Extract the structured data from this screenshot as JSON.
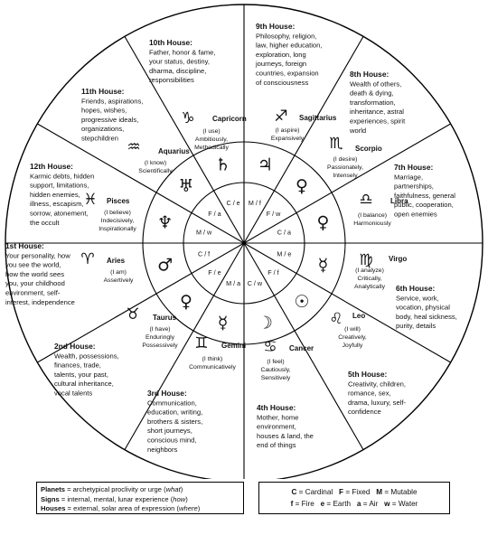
{
  "houses": [
    {
      "num": 1,
      "title": "1st House:",
      "lines": [
        "Your personality, how",
        "you see the world,",
        "how the world sees",
        "you, your childhood",
        "environment, self-",
        "interest, independence"
      ]
    },
    {
      "num": 2,
      "title": "2nd House:",
      "lines": [
        "Wealth, possessions,",
        "finances, trade,",
        "talents, your past,",
        "cultural inheritance,",
        "vocal talents"
      ]
    },
    {
      "num": 3,
      "title": "3rd House:",
      "lines": [
        "Communication,",
        "education, writing,",
        "brothers & sisters,",
        "short journeys,",
        "conscious mind,",
        "neighbors"
      ]
    },
    {
      "num": 4,
      "title": "4th House:",
      "lines": [
        "Mother, home",
        "environment,",
        "houses & land, the",
        "end of things"
      ]
    },
    {
      "num": 5,
      "title": "5th House:",
      "lines": [
        "Creativity, children,",
        "romance, sex,",
        "drama, luxury, self-",
        "confidence"
      ]
    },
    {
      "num": 6,
      "title": "6th House:",
      "lines": [
        "Service, work,",
        "vocation, physical",
        "body, heal sickness,",
        "purity, details"
      ]
    },
    {
      "num": 7,
      "title": "7th House:",
      "lines": [
        "Marriage,",
        "partnerships,",
        "faithfulness, general",
        "public, cooperation,",
        "open enemies"
      ]
    },
    {
      "num": 8,
      "title": "8th House:",
      "lines": [
        "Wealth of others,",
        "death & dying,",
        "transformation,",
        "inheritance, astral",
        "experiences, spirit",
        "world"
      ]
    },
    {
      "num": 9,
      "title": "9th House:",
      "lines": [
        "Philosophy, religion,",
        "law, higher education,",
        "exploration, long",
        "journeys, foreign",
        "countries, expansion",
        "of consciousness"
      ]
    },
    {
      "num": 10,
      "title": "10th House:",
      "lines": [
        "Father, honor & fame,",
        "your status, destiny,",
        "dharma, discipline,",
        "responsibilities"
      ]
    },
    {
      "num": 11,
      "title": "11th House:",
      "lines": [
        "Friends, aspirations,",
        "hopes, wishes,",
        "progressive ideals,",
        "organizations,",
        "stepchildren"
      ]
    },
    {
      "num": 12,
      "title": "12th House:",
      "lines": [
        "Karmic debts, hidden",
        "support, limitations,",
        "hidden enemies,",
        "illness, escapism,",
        "sorrow, atonement,",
        "the occult"
      ]
    }
  ],
  "signs": [
    {
      "name": "Aries",
      "glyph": "♈",
      "motto": "(I am)",
      "quality": [
        "Assertively"
      ]
    },
    {
      "name": "Taurus",
      "glyph": "♉",
      "motto": "(I have)",
      "quality": [
        "Enduringly",
        "Possessively"
      ]
    },
    {
      "name": "Gemini",
      "glyph": "♊",
      "motto": "(I think)",
      "quality": [
        "Communicatively"
      ]
    },
    {
      "name": "Cancer",
      "glyph": "♋",
      "motto": "(I feel)",
      "quality": [
        "Cautiously,",
        "Sensitively"
      ]
    },
    {
      "name": "Leo",
      "glyph": "♌",
      "motto": "(I will)",
      "quality": [
        "Creatively,",
        "Joyfully"
      ]
    },
    {
      "name": "Virgo",
      "glyph": "♍",
      "motto": "(I analyze)",
      "quality": [
        "Critically,",
        "Analytically"
      ]
    },
    {
      "name": "Libra",
      "glyph": "♎",
      "motto": "(I balance)",
      "quality": [
        "Harmoniously"
      ]
    },
    {
      "name": "Scorpio",
      "glyph": "♏",
      "motto": "(I desire)",
      "quality": [
        "Passionately,",
        "Intensely"
      ]
    },
    {
      "name": "Sagittarius",
      "glyph": "♐",
      "motto": "(I aspire)",
      "quality": [
        "Expansively"
      ]
    },
    {
      "name": "Capricorn",
      "glyph": "♑",
      "motto": "(I use)",
      "quality": [
        "Ambitiously,",
        "Methodically"
      ]
    },
    {
      "name": "Aquarius",
      "glyph": "♒",
      "motto": "(I know)",
      "quality": [
        "Scientifically"
      ]
    },
    {
      "name": "Pisces",
      "glyph": "♓",
      "motto": "(I believe)",
      "quality": [
        "Indecisively,",
        "Inspirationally"
      ]
    }
  ],
  "planets": [
    {
      "sign": "Aries",
      "glyph": "♂"
    },
    {
      "sign": "Taurus",
      "glyph": "♀"
    },
    {
      "sign": "Gemini",
      "glyph": "☿"
    },
    {
      "sign": "Cancer",
      "glyph": "☽"
    },
    {
      "sign": "Leo",
      "glyph": "☉"
    },
    {
      "sign": "Virgo",
      "glyph": "☿"
    },
    {
      "sign": "Libra",
      "glyph": "♀"
    },
    {
      "sign": "Scorpio",
      "glyph": "♀"
    },
    {
      "sign": "Sagittarius",
      "glyph": "♃"
    },
    {
      "sign": "Capricorn",
      "glyph": "♄"
    },
    {
      "sign": "Aquarius",
      "glyph": "♅"
    },
    {
      "sign": "Pisces",
      "glyph": "♆"
    }
  ],
  "modes": [
    {
      "sign": "Aries",
      "code": "C / f"
    },
    {
      "sign": "Taurus",
      "code": "F / e"
    },
    {
      "sign": "Gemini",
      "code": "M / a"
    },
    {
      "sign": "Cancer",
      "code": "C / w"
    },
    {
      "sign": "Leo",
      "code": "F / f"
    },
    {
      "sign": "Virgo",
      "code": "M / e"
    },
    {
      "sign": "Libra",
      "code": "C / a"
    },
    {
      "sign": "Scorpio",
      "code": "F / w"
    },
    {
      "sign": "Sagittarius",
      "code": "M / f"
    },
    {
      "sign": "Capricorn",
      "code": "C / e"
    },
    {
      "sign": "Aquarius",
      "code": "F / a"
    },
    {
      "sign": "Pisces",
      "code": "M / w"
    }
  ],
  "legend_left": [
    {
      "term": "Planets",
      "text": " = archetypical proclivity or urge (",
      "em": "what",
      "end": ")"
    },
    {
      "term": "Signs",
      "text": " = internal, mental, lunar experience (",
      "em": "how",
      "end": ")"
    },
    {
      "term": "Houses",
      "text": " = external, solar area of expression (",
      "em": "where",
      "end": ")"
    }
  ],
  "legend_right": {
    "row1": [
      {
        "k": "C",
        "v": " = Cardinal"
      },
      {
        "k": "F",
        "v": " = Fixed"
      },
      {
        "k": "M",
        "v": " = Mutable"
      }
    ],
    "row2": [
      {
        "k": "f",
        "v": " = Fire"
      },
      {
        "k": "e",
        "v": " = Earth"
      },
      {
        "k": "a",
        "v": " = Air"
      },
      {
        "k": "w",
        "v": " = Water"
      }
    ]
  }
}
